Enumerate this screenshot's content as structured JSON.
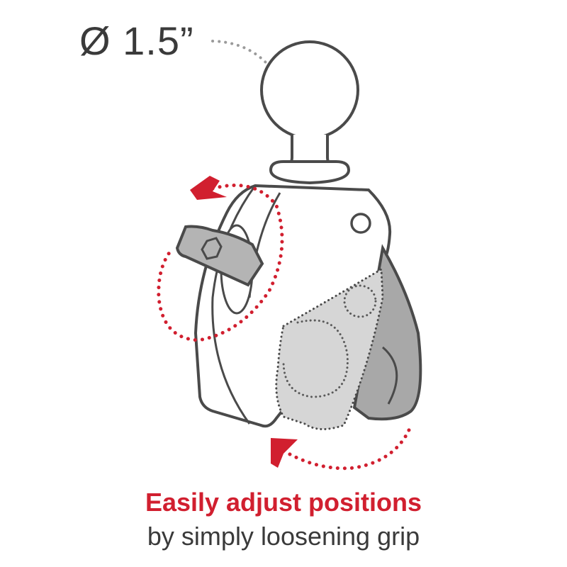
{
  "dimension": {
    "label": "Ø 1.5”"
  },
  "caption": {
    "headline": "Easily adjust positions",
    "subline": "by simply loosening grip"
  },
  "colors": {
    "accent": "#d11f2f",
    "outline": "#4a4a4a",
    "light_gray": "#d6d6d6",
    "mid_gray": "#b0b0b0",
    "dark_gray": "#9a9a9a"
  },
  "illustration": {
    "subject": "tough-claw clamp mount with 1.5 inch ball",
    "arrows": [
      "rotate-counterclockwise-top-left",
      "rotate-counterclockwise-bottom"
    ]
  }
}
